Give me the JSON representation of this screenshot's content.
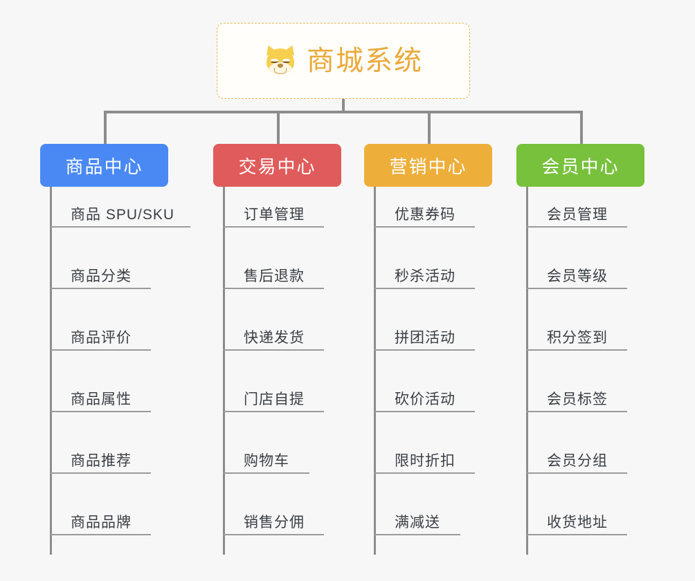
{
  "canvas": {
    "background": "#f7f7f7",
    "line_color": "#8c8c8c"
  },
  "root": {
    "title": "商城系统",
    "icon": "dog-face-emoji",
    "text_color": "#eaa93a",
    "border_color": "#e8b84b",
    "fill": "#fffefb"
  },
  "branches": [
    {
      "label": "商品中心",
      "color": "#4a89f3",
      "items": [
        "商品 SPU/SKU",
        "商品分类",
        "商品评价",
        "商品属性",
        "商品推荐",
        "商品品牌"
      ]
    },
    {
      "label": "交易中心",
      "color": "#e05b5b",
      "items": [
        "订单管理",
        "售后退款",
        "快递发货",
        "门店自提",
        "购物车",
        "销售分佣"
      ]
    },
    {
      "label": "营销中心",
      "color": "#edae3a",
      "items": [
        "优惠券码",
        "秒杀活动",
        "拼团活动",
        "砍价活动",
        "限时折扣",
        "满减送"
      ]
    },
    {
      "label": "会员中心",
      "color": "#78c13c",
      "items": [
        "会员管理",
        "会员等级",
        "积分签到",
        "会员标签",
        "会员分组",
        "收货地址"
      ]
    }
  ]
}
